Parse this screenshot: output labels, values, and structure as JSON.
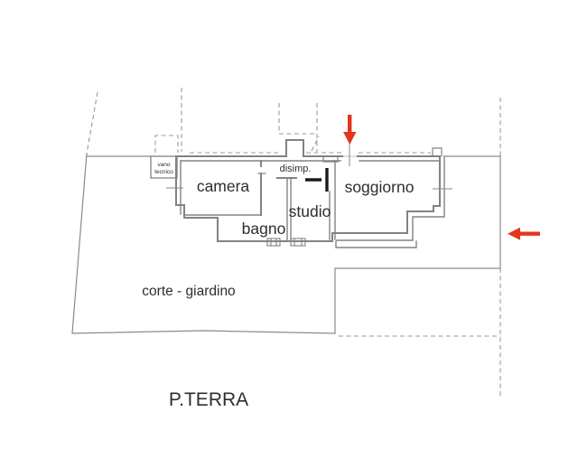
{
  "floorplan": {
    "title": "P.TERRA",
    "rooms": {
      "camera": {
        "label": "camera"
      },
      "bagno": {
        "label": "bagno"
      },
      "studio": {
        "label": "studio"
      },
      "disimpegno": {
        "label": "disimp."
      },
      "soggiorno": {
        "label": "soggiorno"
      },
      "vano_tecnico": {
        "label_line1": "vano",
        "label_line2": "tecnico"
      },
      "corte_giardino": {
        "label": "corte - giardino"
      }
    },
    "colors": {
      "wall": "#828282",
      "boundary": "#8a8a8a",
      "dashed": "#9a9a9a",
      "door": "#1a1a1a",
      "arrow": "#e2371c",
      "text": "#2e2e2e",
      "background": "#ffffff"
    },
    "icons": {
      "down_arrow": "down-arrow-icon",
      "left_arrow": "left-arrow-icon"
    }
  }
}
